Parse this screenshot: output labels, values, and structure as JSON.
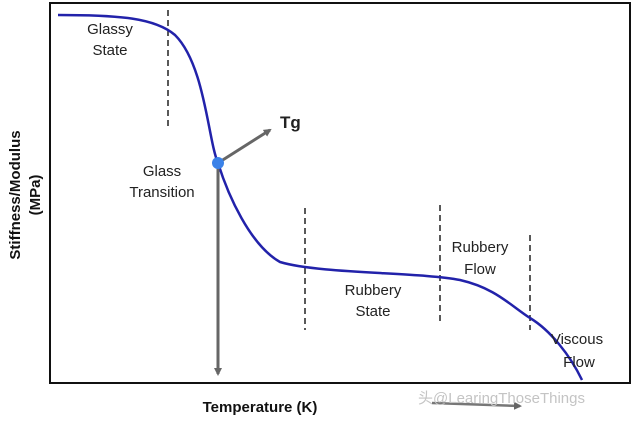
{
  "chart_data": {
    "type": "line",
    "xlabel": "Temperature (K)",
    "ylabel_line1": "Stiffness/Modulus",
    "ylabel_line2": "(MPa)",
    "regions": [
      {
        "line1": "Glassy",
        "line2": "State"
      },
      {
        "line1": "Glass",
        "line2": "Transition"
      },
      {
        "line1": "Rubbery",
        "line2": "State"
      },
      {
        "line1": "Rubbery",
        "line2": "Flow"
      },
      {
        "line1": "Viscous",
        "line2": "Flow"
      }
    ],
    "annotation": "Tg",
    "curve_color": "#2222aa",
    "point_color": "#3b82e8",
    "arrow_color": "#666666"
  },
  "watermark": "头@LearingThoseThings"
}
